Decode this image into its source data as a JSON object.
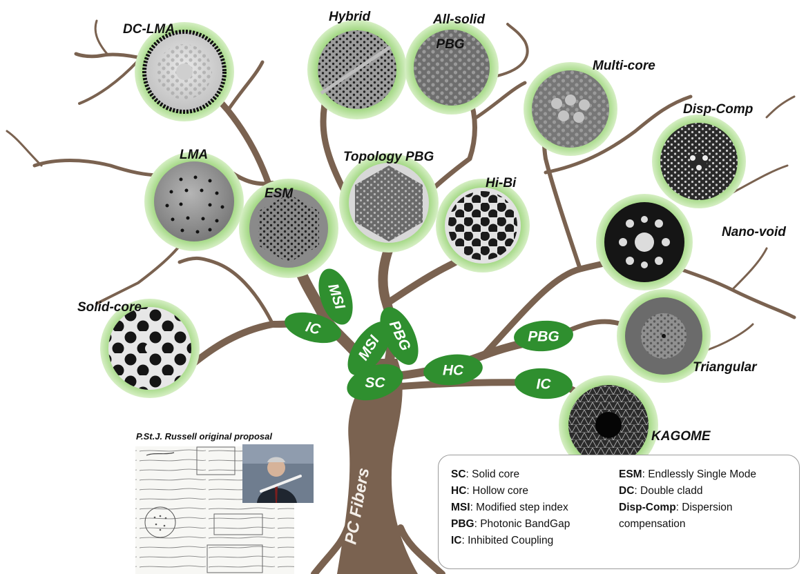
{
  "trunk_label": "PC Fibers",
  "fibers": [
    {
      "id": "dc-lma",
      "label": "DC-LMA"
    },
    {
      "id": "hybrid",
      "label": "Hybrid"
    },
    {
      "id": "all-solid-pbg",
      "label_line1": "All-solid",
      "label_line2": "PBG"
    },
    {
      "id": "multi-core",
      "label": "Multi-core"
    },
    {
      "id": "disp-comp",
      "label": "Disp-Comp"
    },
    {
      "id": "lma",
      "label": "LMA"
    },
    {
      "id": "topology-pbg",
      "label": "Topology PBG"
    },
    {
      "id": "esm",
      "label": "ESM"
    },
    {
      "id": "hi-bi",
      "label": "Hi-Bi"
    },
    {
      "id": "nano-void",
      "label": "Nano-void"
    },
    {
      "id": "solid-core",
      "label": "Solid-core"
    },
    {
      "id": "triangular",
      "label": "Triangular"
    },
    {
      "id": "kagome",
      "label": "KAGOME"
    }
  ],
  "branch_tags": {
    "msi_upper": "MSI",
    "ic_left": "IC",
    "pbg_center": "PBG",
    "msi_center": "MSI",
    "sc": "SC",
    "hc": "HC",
    "pbg_right": "PBG",
    "ic_right": "IC"
  },
  "russell_caption": "P.St.J. Russell original proposal",
  "legend": {
    "left": [
      {
        "abbr": "SC",
        "text": ": Solid core"
      },
      {
        "abbr": "HC",
        "text": ": Hollow core"
      },
      {
        "abbr": "MSI",
        "text": ": Modified step index"
      },
      {
        "abbr": "PBG",
        "text": ": Photonic BandGap"
      },
      {
        "abbr": "IC",
        "text": ": Inhibited Coupling"
      }
    ],
    "right": [
      {
        "abbr": "ESM",
        "text": ": Endlessly Single Mode"
      },
      {
        "abbr": "DC",
        "text": ": Double cladd"
      },
      {
        "abbr": "Disp-Comp",
        "text": ": Dispersion"
      },
      {
        "abbr": "",
        "text": "compensation"
      }
    ]
  },
  "colors": {
    "branch": "#7a6250",
    "leaf_green": "#2f8f2f",
    "halo_green": "#b9e29b",
    "fiber_gray": "#8a8a8a"
  }
}
